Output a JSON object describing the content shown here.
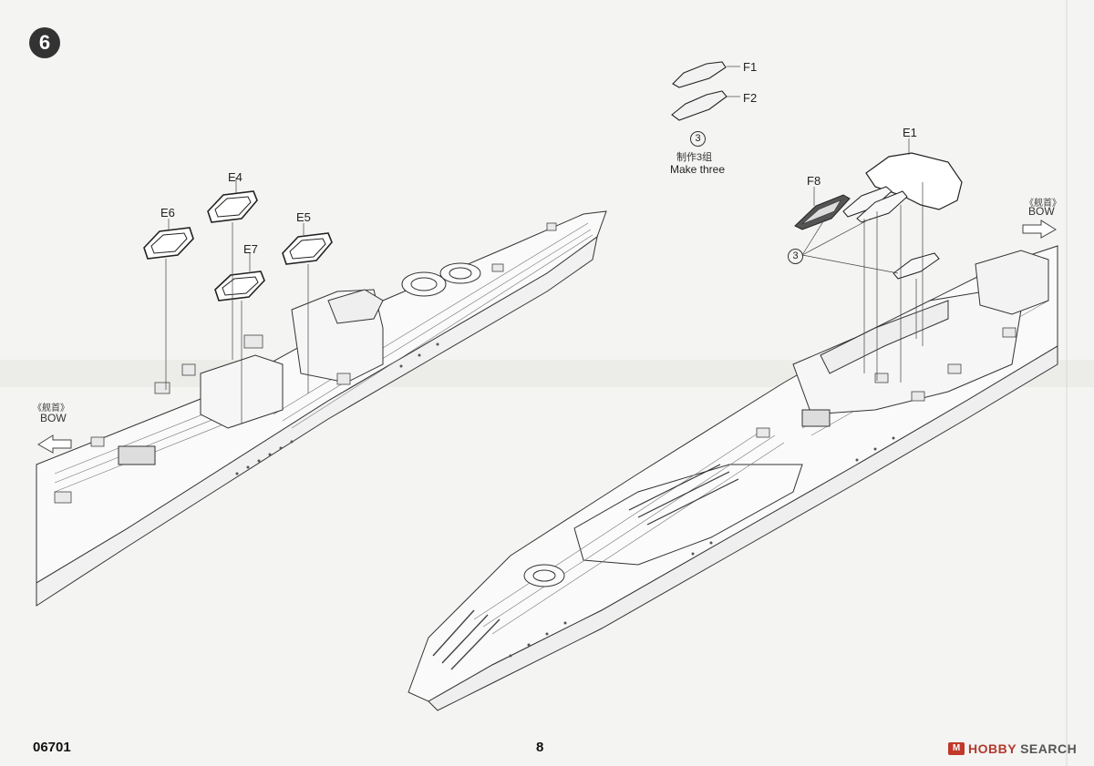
{
  "step": {
    "number": "6"
  },
  "parts": {
    "e4": "E4",
    "e5": "E5",
    "e6": "E6",
    "e7": "E7",
    "f1": "F1",
    "f2": "F2",
    "e1": "E1",
    "f8": "F8"
  },
  "make_three": {
    "circle": "3",
    "chinese": "制作3组",
    "english": "Make three"
  },
  "callout_3": "3",
  "bow_left": {
    "chinese": "《舰首》",
    "english": "BOW"
  },
  "bow_right": {
    "chinese": "《舰首》",
    "english": "BOW"
  },
  "footer": {
    "kit_code": "06701",
    "page_number": "8",
    "watermark_a": "HOBBY",
    "watermark_b": "SEARCH"
  }
}
